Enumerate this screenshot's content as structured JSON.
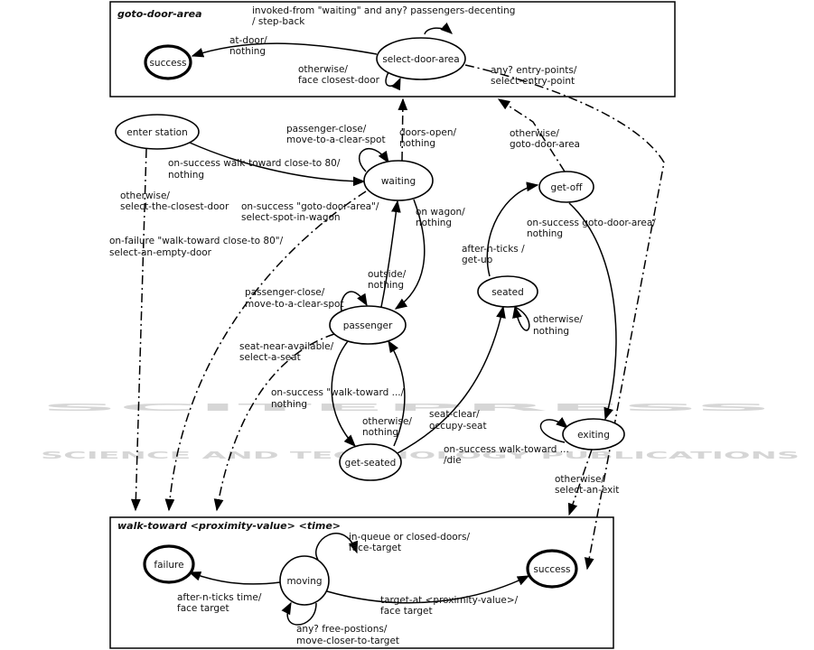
{
  "watermark": {
    "line1": "SCITEPRESS",
    "line2": "SCIENCE AND TECHNOLOGY PUBLICATIONS"
  },
  "goto_door_area": {
    "title": "goto-door-area",
    "states": {
      "success": "success",
      "select": "select-door-area"
    },
    "labels": {
      "invoked": [
        "invoked-from \"waiting\" and any? passengers-decenting",
        "/ step-back"
      ],
      "at_door": [
        "at-door/",
        "nothing"
      ],
      "otherwise": [
        "otherwise/",
        "face closest-door"
      ],
      "entry": [
        "any? entry-points/",
        "select-entry-point"
      ]
    }
  },
  "main": {
    "states": {
      "enter": "enter station",
      "waiting": "waiting",
      "get_off": "get-off",
      "seated": "seated",
      "passenger": "passenger",
      "get_seated": "get-seated",
      "exiting": "exiting"
    },
    "labels": {
      "pc1": [
        "passenger-close/",
        "move-to-a-clear-spot"
      ],
      "doors_open": [
        "doors-open/",
        "nothing"
      ],
      "otherwise_goto": [
        "otherwise/",
        "goto-door-area"
      ],
      "on_success_walk": [
        "on-success walk-toward close-to 80/",
        "nothing"
      ],
      "otherwise_closest": [
        "otherwise/",
        "select-the-closest-door"
      ],
      "on_success_goto": [
        "on-success \"goto-door-area\"/",
        "select-spot-in-wagon"
      ],
      "on_wagon": [
        "on wagon/",
        "nothing"
      ],
      "on_success_goto2": [
        "on-success goto-door-area/",
        "nothing"
      ],
      "on_failure": [
        "on-failure \"walk-toward close-to 80\"/",
        "select-an-empty-door"
      ],
      "after_ticks": [
        "after-n-ticks /",
        "get-up"
      ],
      "outside": [
        "outside/",
        "nothing"
      ],
      "pc2": [
        "passenger-close/",
        "move-to-a-clear-spot"
      ],
      "otherwise_seated": [
        "otherwise/",
        "nothing"
      ],
      "seat_near": [
        "seat-near-available/",
        "select-a-seat"
      ],
      "on_success_walk2": [
        "on-success \"walk-toward .../",
        "nothing"
      ],
      "otherwise_gs": [
        "otherwise/",
        "nothing"
      ],
      "seat_clear": [
        "seat-clear/",
        "occupy-seat"
      ],
      "on_success_die": [
        "on-success walk-toward ...",
        "/die"
      ],
      "otherwise_exit": [
        "otherwise/",
        "select-an-exit"
      ]
    }
  },
  "walk_toward": {
    "title": "walk-toward <proximity-value> <time>",
    "states": {
      "failure": "failure",
      "moving": "moving",
      "success": "success"
    },
    "labels": {
      "queue": [
        "in-queue or closed-doors/",
        "face-target"
      ],
      "after": [
        "after-n-ticks time/",
        "face target"
      ],
      "target": [
        "target-at <proximity-value>/",
        "face target"
      ],
      "free": [
        "any? free-postions/",
        "move-closer-to-target"
      ]
    }
  }
}
